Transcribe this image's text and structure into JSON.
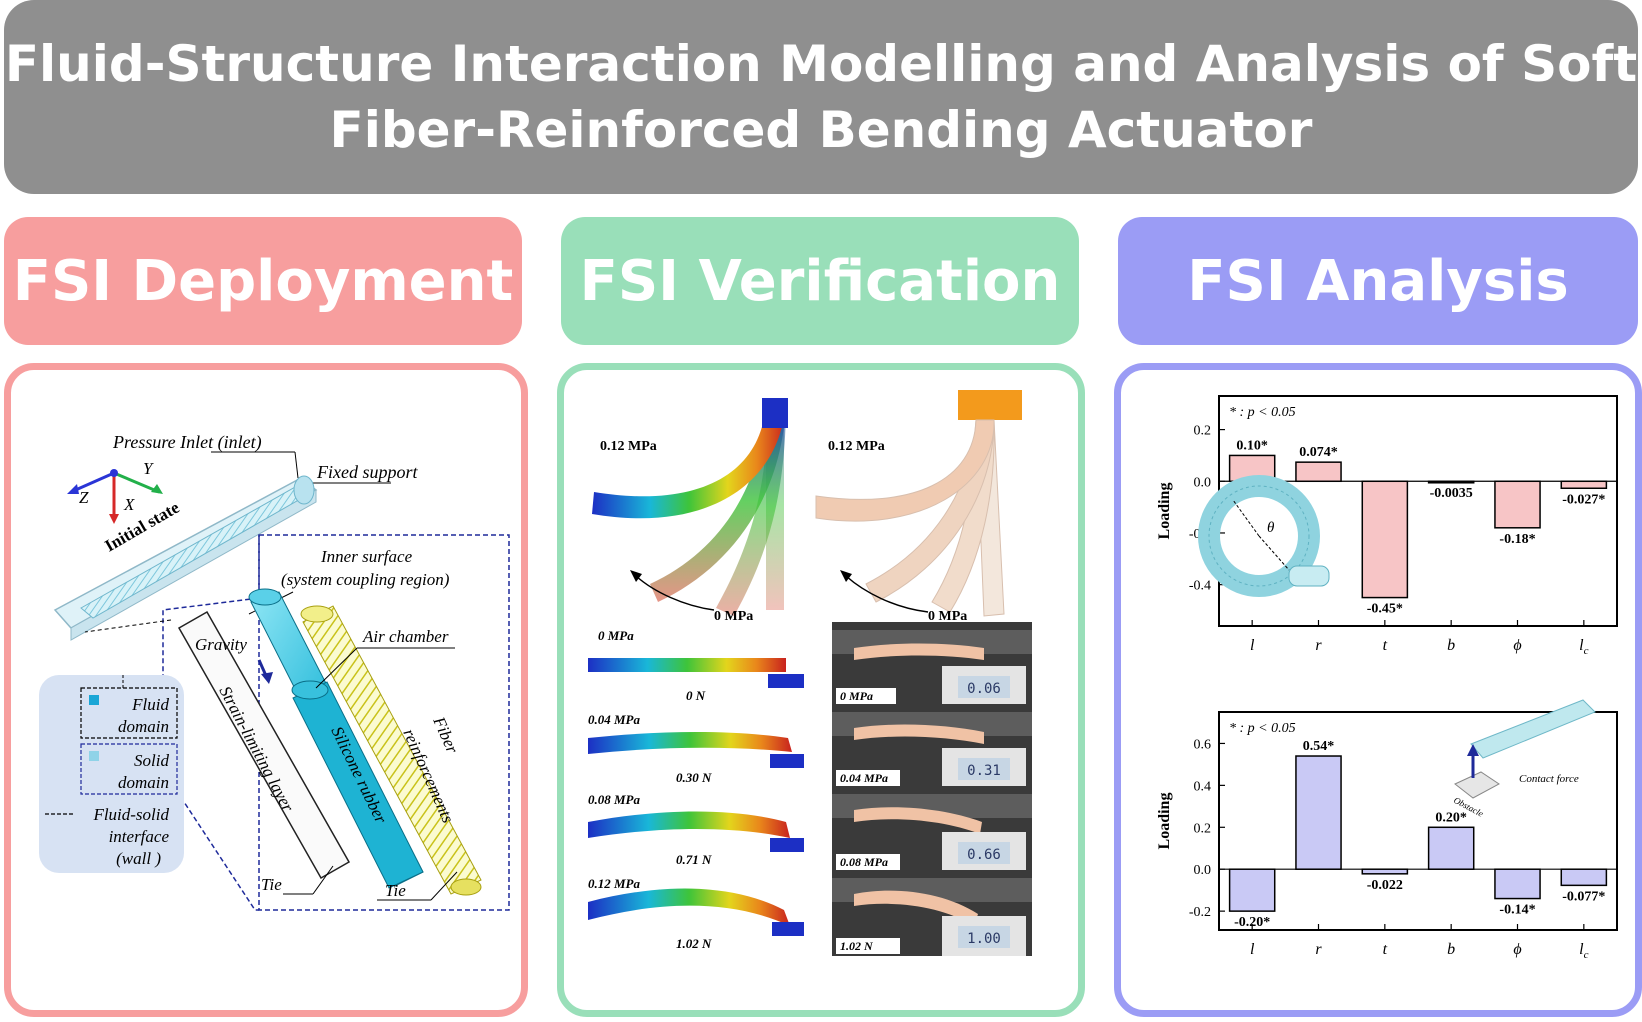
{
  "title": {
    "line1": "Fluid-Structure Interaction Modelling and Analysis of Soft",
    "line2": "Fiber-Reinforced Bending Actuator"
  },
  "colors": {
    "title_bg": "#8f8f8f",
    "deployment": "#f79e9e",
    "verification": "#99dfb9",
    "analysis": "#9b9cf5",
    "bar_pink": "#f7c5c6",
    "bar_lavender": "#c9c9f5"
  },
  "sections": {
    "deployment": "FSI Deployment",
    "verification": "FSI Verification",
    "analysis": "FSI Analysis"
  },
  "deployment": {
    "pressure_inlet": "Pressure Inlet (inlet)",
    "fixed_support": "Fixed support",
    "initial_state": "Initial state",
    "axis_y": "Y",
    "axis_z": "Z",
    "axis_x": "X",
    "inner_surface_1": "Inner surface",
    "inner_surface_2": "(system coupling region)",
    "air_chamber": "Air chamber",
    "gravity": "Gravity",
    "strain_limiting": "Strain-limiting layer",
    "silicone_rubber": "Silicone rubber",
    "fiber_1": "Fiber",
    "fiber_2": "reinforcements",
    "tie_left": "Tie",
    "tie_right": "Tie",
    "legend": {
      "fluid_1": "Fluid",
      "fluid_2": "domain",
      "solid_1": "Solid",
      "solid_2": "domain",
      "interface_1": "Fluid-solid",
      "interface_2": "interface",
      "interface_3": "(wall )"
    }
  },
  "verification": {
    "sim_top_pressure": "0.12 MPa",
    "sim_top_zero": "0 MPa",
    "exp_top_pressure": "0.12 MPa",
    "exp_top_zero": "0 MPa",
    "rows": [
      {
        "pressure": "0 MPa",
        "force": "0 N",
        "exp_pressure": "0 MPa",
        "display": "0.06"
      },
      {
        "pressure": "0.04 MPa",
        "force": "0.30 N",
        "exp_pressure": "0.04 MPa",
        "display": "0.31"
      },
      {
        "pressure": "0.08 MPa",
        "force": "0.71 N",
        "exp_pressure": "0.08 MPa",
        "display": "0.66"
      },
      {
        "pressure": "0.12 MPa",
        "force": "1.02 N",
        "exp_pressure": "1.02 N",
        "display": "1.00"
      }
    ]
  },
  "chart_data": [
    {
      "type": "bar",
      "categories": [
        "l",
        "r",
        "t",
        "b",
        "ϕ",
        "lc"
      ],
      "values": [
        0.1,
        0.074,
        -0.45,
        -0.0035,
        -0.18,
        -0.027
      ],
      "value_labels": [
        "0.10*",
        "0.074*",
        "-0.45*",
        "-0.0035",
        "-0.18*",
        "-0.027*"
      ],
      "ylabel": "Loading",
      "ylim": [
        -0.56,
        0.33
      ],
      "yticks": [
        "0.2",
        "0.0",
        "-0.2",
        "-0.4"
      ],
      "annotation": "* : p < 0.05",
      "inset_symbol": "θ",
      "grid": false
    },
    {
      "type": "bar",
      "categories": [
        "l",
        "r",
        "t",
        "b",
        "ϕ",
        "lc"
      ],
      "values": [
        -0.2,
        0.54,
        -0.022,
        0.2,
        -0.14,
        -0.077
      ],
      "value_labels": [
        "-0.20*",
        "0.54*",
        "-0.022",
        "0.20*",
        "-0.14*",
        "-0.077*"
      ],
      "ylabel": "Loading",
      "ylim": [
        -0.29,
        0.75
      ],
      "yticks": [
        "0.6",
        "0.4",
        "0.2",
        "0.0",
        "-0.2"
      ],
      "annotation": "* : p < 0.05",
      "inset_labels": [
        "Contact force",
        "Obstacle"
      ],
      "grid": false
    }
  ]
}
